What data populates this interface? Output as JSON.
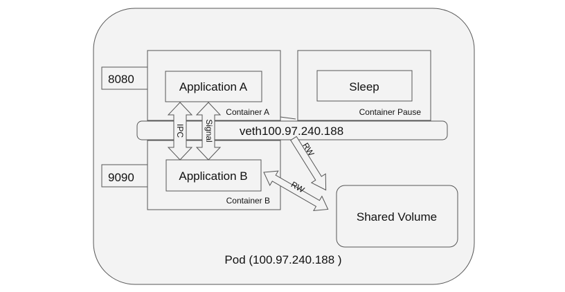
{
  "colors": {
    "pod_fill": "#f3f3f3",
    "stroke": "#555555",
    "box_fill": "#f3f3f3",
    "text": "#111111"
  },
  "pod": {
    "label": "Pod (100.97.240.188 )"
  },
  "ports": {
    "port_a": "8080",
    "port_b": "9090"
  },
  "container_a": {
    "label": "Container A",
    "app": "Application A"
  },
  "container_b": {
    "label": "Container B",
    "app": "Application B"
  },
  "container_pause": {
    "label": "Container Pause",
    "app": "Sleep"
  },
  "veth": {
    "label": "veth100.97.240.188"
  },
  "arrows": {
    "ipc": "IPC",
    "signal": "Signal",
    "rw_a": "RW",
    "rw_b": "RW"
  },
  "volume": {
    "label": "Shared Volume"
  }
}
